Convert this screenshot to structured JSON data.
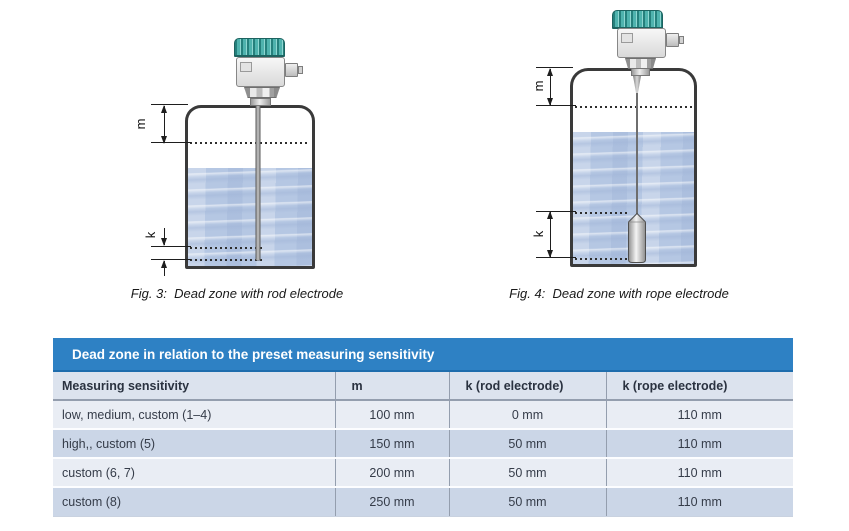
{
  "figures": [
    {
      "caption": "Fig. 3:  Dead zone with rod electrode",
      "dim_labels": {
        "m": "m",
        "k": "k"
      }
    },
    {
      "caption": "Fig. 4:  Dead zone with rope electrode",
      "dim_labels": {
        "m": "m",
        "k": "k"
      }
    }
  ],
  "table": {
    "title": "Dead zone in relation to the preset measuring sensitivity",
    "columns": [
      "Measuring sensitivity",
      "m",
      "k (rod electrode)",
      "k (rope electrode)"
    ],
    "rows": [
      [
        "low, medium, custom (1–4)",
        "100 mm",
        "0 mm",
        "110 mm"
      ],
      [
        "high,, custom (5)",
        "150 mm",
        "50 mm",
        "110 mm"
      ],
      [
        "custom (6, 7)",
        "200 mm",
        "50 mm",
        "110 mm"
      ],
      [
        "custom (8)",
        "250 mm",
        "50 mm",
        "110 mm"
      ]
    ]
  },
  "colors": {
    "table_title_bar": "#2e81c4",
    "table_header_bg": "#dce3ee",
    "row_light": "#e9edf4",
    "row_dark": "#cbd6e7",
    "water": "#b5c7e3",
    "sensor_cap_teal": "#3aa49f",
    "tank_outline": "#3a3a3a"
  }
}
